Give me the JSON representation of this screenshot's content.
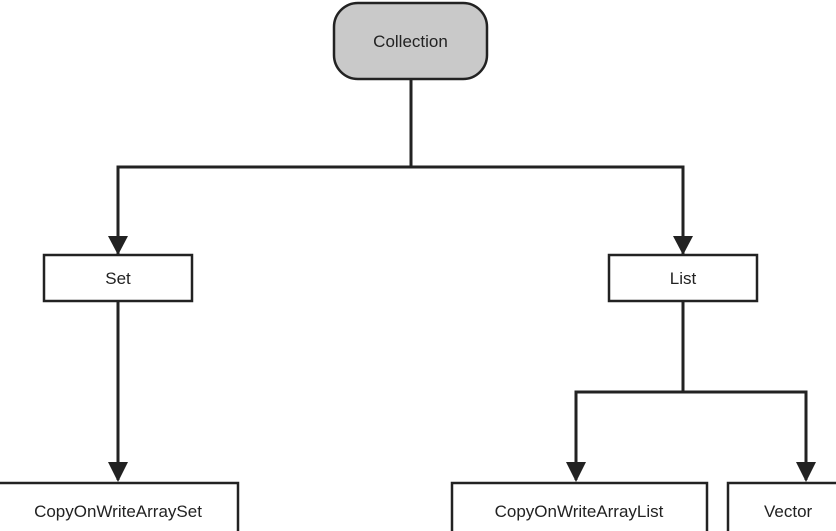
{
  "diagram": {
    "root": {
      "label": "Collection",
      "fill": "#c9c9c9",
      "stroke": "#222222"
    },
    "nodes": {
      "set": {
        "label": "Set"
      },
      "list": {
        "label": "List"
      },
      "cow_array_set": {
        "label": "CopyOnWriteArraySet"
      },
      "cow_array_list": {
        "label": "CopyOnWriteArrayList"
      },
      "vector": {
        "label": "Vector"
      }
    },
    "edges": [
      {
        "from": "Collection",
        "to": "Set"
      },
      {
        "from": "Collection",
        "to": "List"
      },
      {
        "from": "Set",
        "to": "CopyOnWriteArraySet"
      },
      {
        "from": "List",
        "to": "CopyOnWriteArrayList"
      },
      {
        "from": "List",
        "to": "Vector"
      }
    ],
    "colors": {
      "line": "#222222",
      "box_fill": "#ffffff"
    }
  }
}
